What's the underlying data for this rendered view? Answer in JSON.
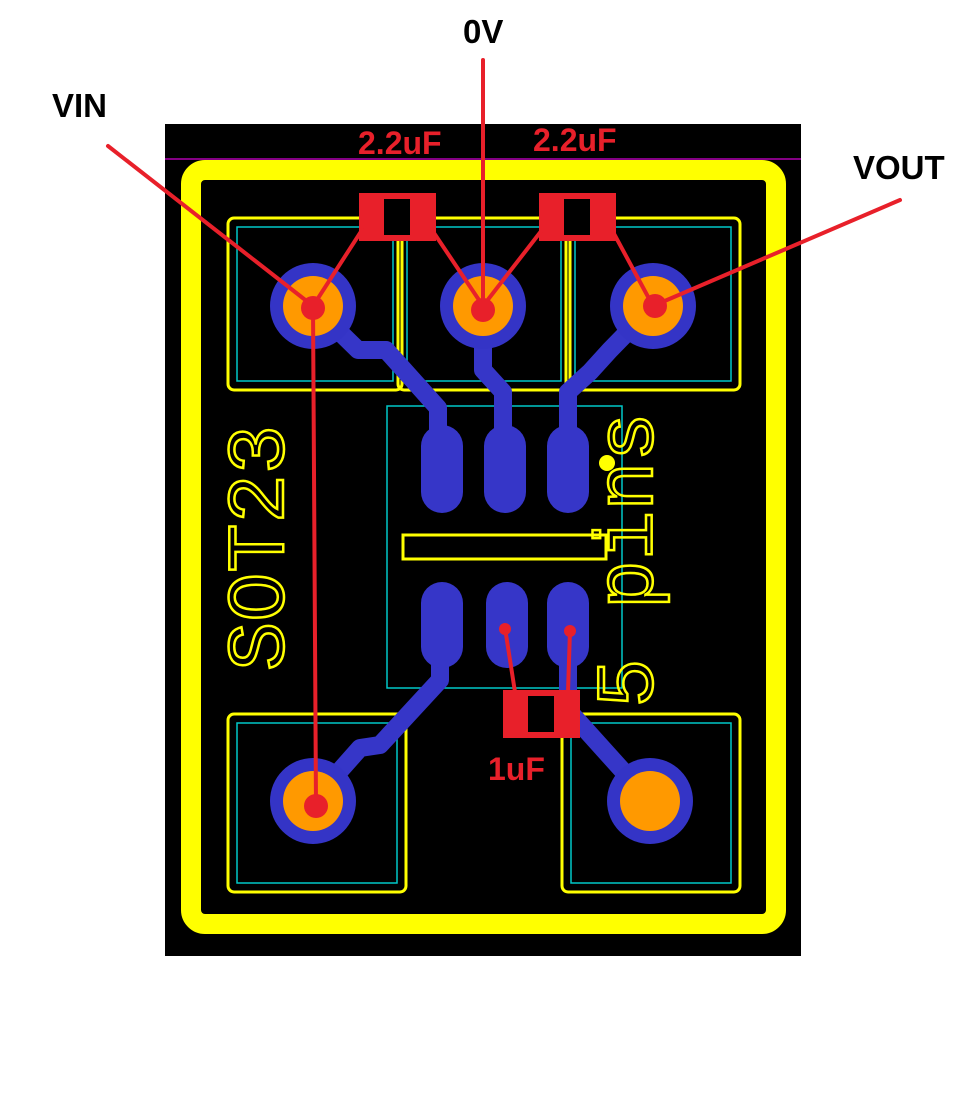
{
  "labels": {
    "vin": "VIN",
    "ground": "0V",
    "vout": "VOUT",
    "cap_left": "2.2uF",
    "cap_right": "2.2uF",
    "cap_bottom": "1uF"
  },
  "silkscreen": {
    "package": "SOT23",
    "pins": "5 pins"
  },
  "colors": {
    "board": "#000000",
    "outline": "#ffff00",
    "copper_trace": "#3636c8",
    "pad_ring": "#3434c6",
    "pad_center": "#ff9900",
    "annotation": "#e8202a",
    "keepout": "#00c8c8"
  }
}
